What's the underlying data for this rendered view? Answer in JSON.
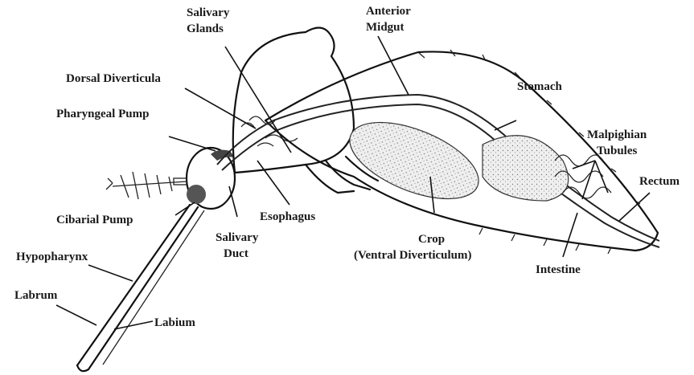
{
  "labels": {
    "salivary_glands": [
      "Salivary",
      "Glands"
    ],
    "anterior_midgut": [
      "Anterior",
      "Midgut"
    ],
    "dorsal_diverticula": "Dorsal Diverticula",
    "pharyngeal_pump": "Pharyngeal Pump",
    "stomach": "Stomach",
    "malpighian_tubules": [
      "Malpighian",
      "Tubules"
    ],
    "rectum": "Rectum",
    "esophagus": "Esophagus",
    "cibarial_pump": "Cibarial Pump",
    "salivary_duct": [
      "Salivary",
      "Duct"
    ],
    "crop": [
      "Crop",
      "(Ventral Diverticulum)"
    ],
    "intestine": "Intestine",
    "hypopharynx": "Hypopharynx",
    "labrum": "Labrum",
    "labium": "Labium"
  }
}
